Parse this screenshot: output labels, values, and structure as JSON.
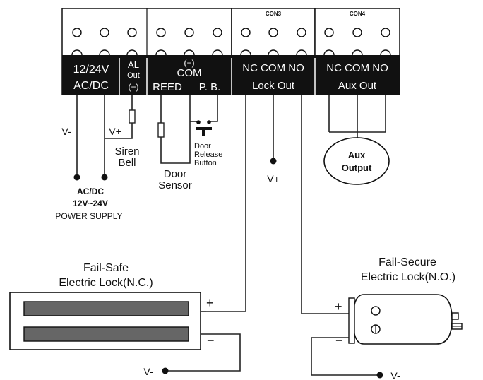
{
  "terminal_blocks": {
    "con3_label": "CON3",
    "con4_label": "CON4",
    "power_line1": "12/24V",
    "power_line2": "AC/DC",
    "alarm_line1": "AL",
    "alarm_line2": "Out",
    "alarm_line3": "(−)",
    "com_line1": "(−)",
    "com_line2": "COM",
    "reed_label": "REED",
    "pb_label": "P. B.",
    "lock_top": "NC COM NO",
    "lock_bottom": "Lock  Out",
    "aux_top": "NC COM NO",
    "aux_bottom": "Aux  Out"
  },
  "labels": {
    "v_minus": "V-",
    "v_plus": "V+",
    "siren_line1": "Siren",
    "siren_line2": "Bell",
    "door_release_line1": "Door",
    "door_release_line2": "Release",
    "door_release_line3": "Button",
    "door_sensor_line1": "Door",
    "door_sensor_line2": "Sensor",
    "lock_v_plus": "V+",
    "aux_output_line1": "Aux",
    "aux_output_line2": "Output",
    "supply_line1": "AC/DC",
    "supply_line2": "12V~24V",
    "supply_line3": "POWER SUPPLY"
  },
  "fail_safe": {
    "title_line1": "Fail-Safe",
    "title_line2": "Electric Lock(N.C.)",
    "plus": "+",
    "minus": "−",
    "v_minus": "V-"
  },
  "fail_secure": {
    "title_line1": "Fail-Secure",
    "title_line2": "Electric Lock(N.O.)",
    "plus": "+",
    "minus": "−",
    "v_minus": "V-"
  }
}
